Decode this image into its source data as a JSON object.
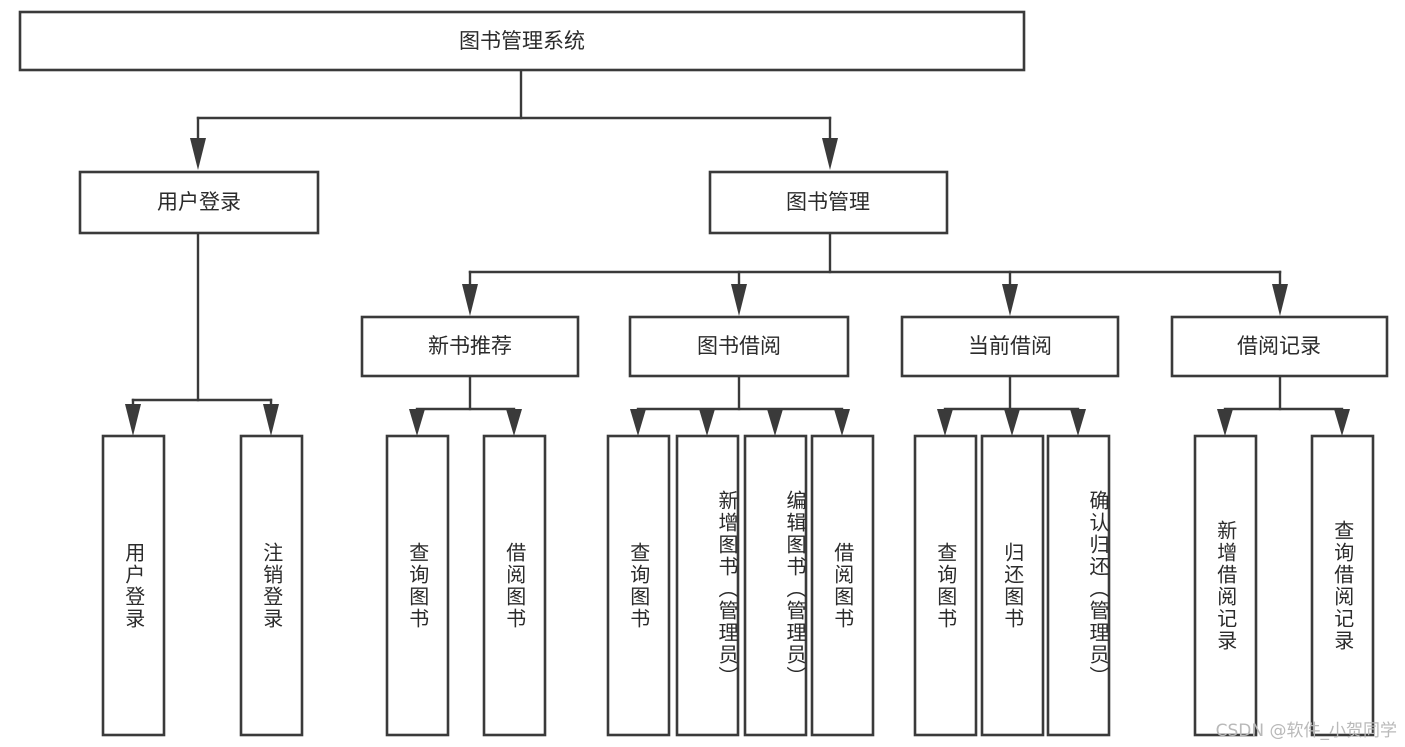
{
  "diagram": {
    "title": "图书管理系统",
    "type": "tree-hierarchy",
    "root": {
      "label": "图书管理系统"
    },
    "level1": [
      {
        "label": "用户登录"
      },
      {
        "label": "图书管理"
      }
    ],
    "level2": [
      {
        "label": "新书推荐"
      },
      {
        "label": "图书借阅"
      },
      {
        "label": "当前借阅"
      },
      {
        "label": "借阅记录"
      }
    ],
    "leaves": {
      "user_login": [
        {
          "label": "用户登录"
        },
        {
          "label": "注销登录"
        }
      ],
      "new_book_recommend": [
        {
          "label": "查询图书"
        },
        {
          "label": "借阅图书"
        }
      ],
      "book_borrow": [
        {
          "label": "查询图书"
        },
        {
          "label": "新增图书（管理员）"
        },
        {
          "label": "编辑图书（管理员）"
        },
        {
          "label": "借阅图书"
        }
      ],
      "current_borrow": [
        {
          "label": "查询图书"
        },
        {
          "label": "归还图书"
        },
        {
          "label": "确认归还（管理员）"
        }
      ],
      "borrow_record": [
        {
          "label": "新增借阅记录"
        },
        {
          "label": "查询借阅记录"
        }
      ]
    }
  },
  "watermark": {
    "text": "CSDN @软件_小贺同学"
  },
  "colors": {
    "stroke": "#3a3a3a",
    "fill": "#ffffff",
    "text": "#2b2b2b",
    "watermark": "#b9b9b9"
  }
}
